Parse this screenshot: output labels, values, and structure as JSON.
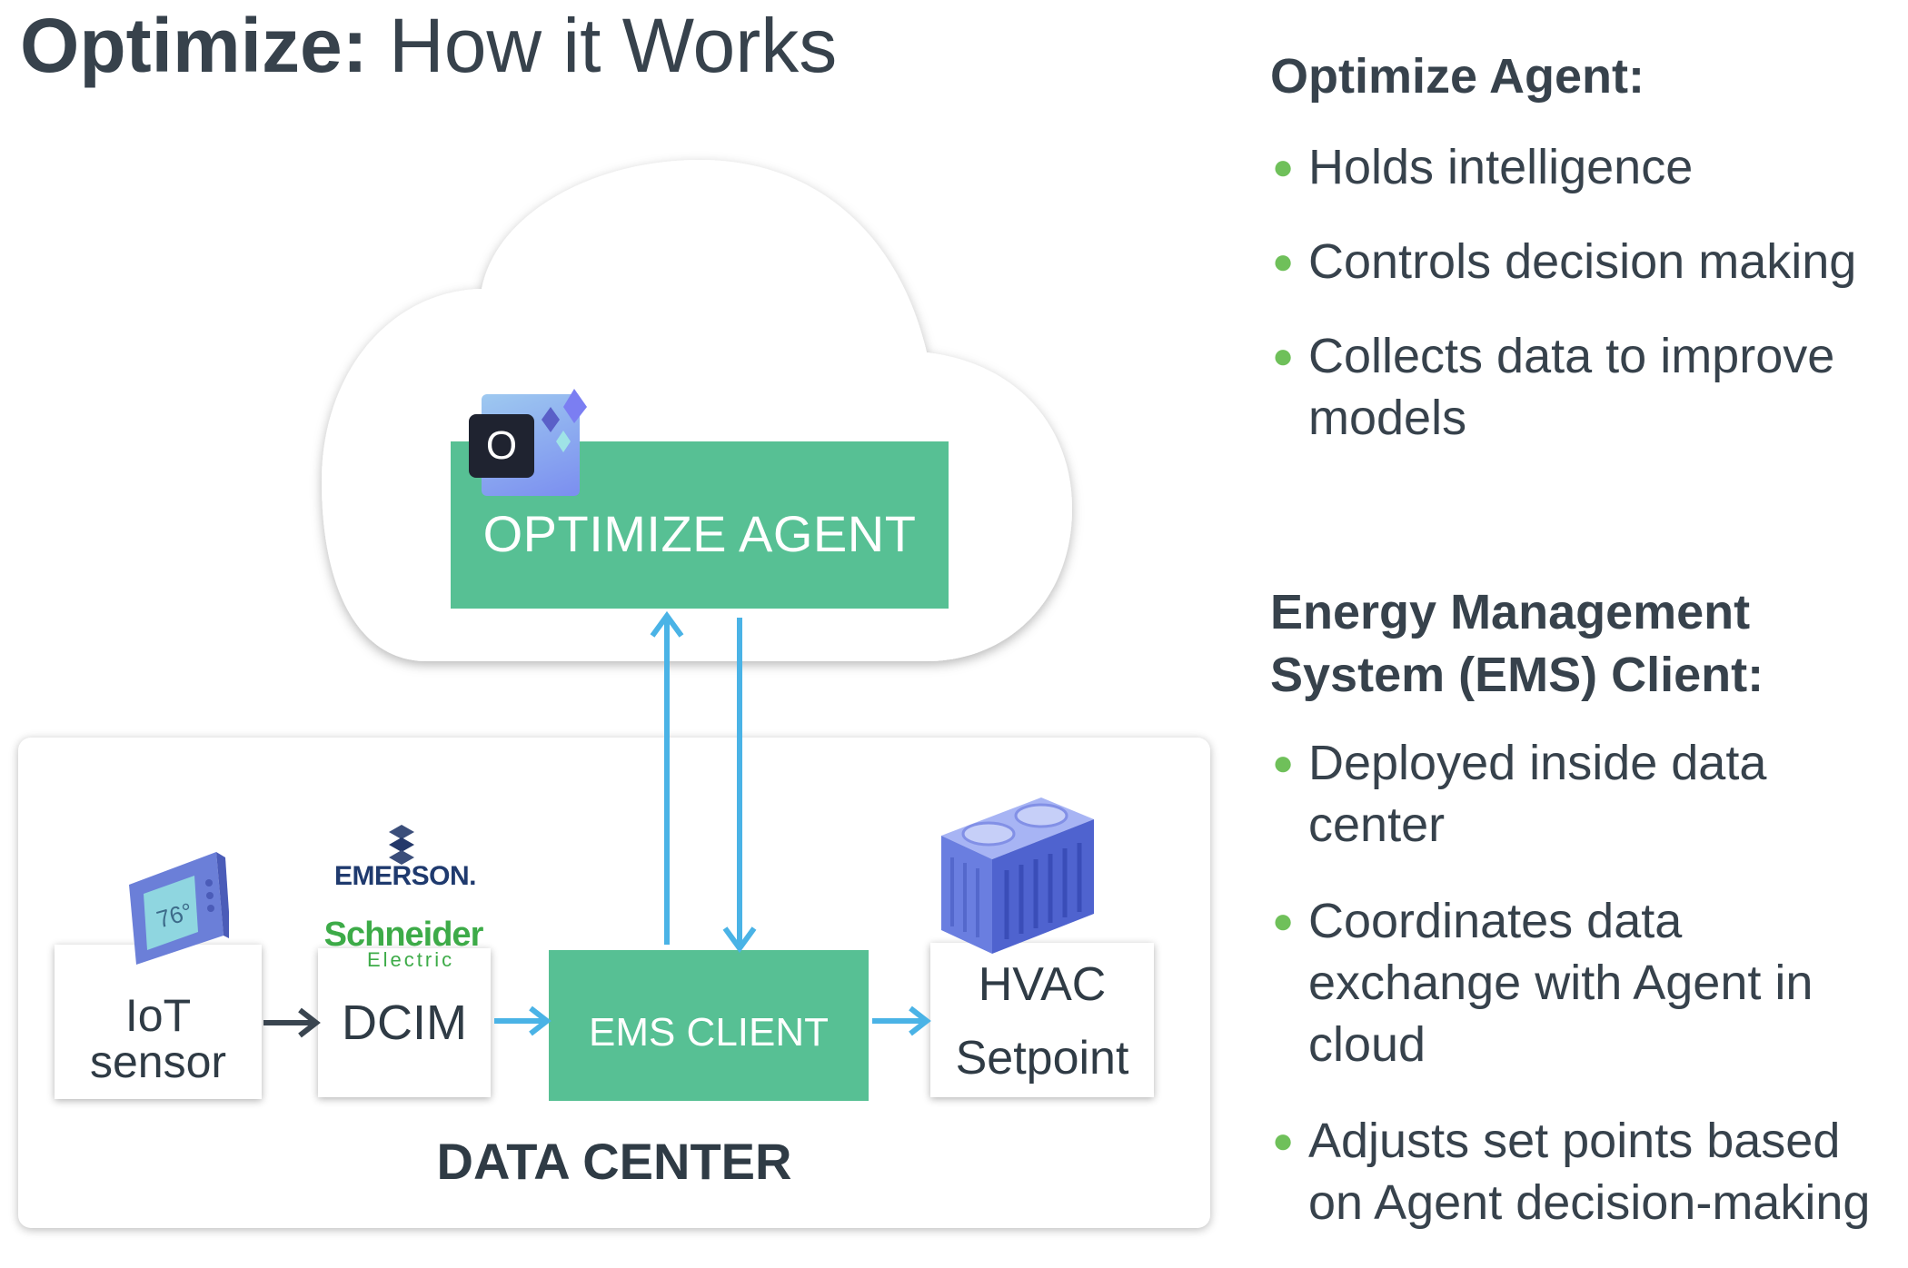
{
  "title": {
    "bold": "Optimize:",
    "light": " How it Works"
  },
  "diagram": {
    "agent_box_label": "OPTIMIZE AGENT",
    "app_tile_letter": "O",
    "ems_box_label": "EMS CLIENT",
    "data_center_label": "DATA CENTER",
    "iot_line1": "IoT",
    "iot_line2": "sensor",
    "dcim_label": "DCIM",
    "hvac_line1": "HVAC",
    "hvac_line2": "Setpoint",
    "thermostat_reading": "76°",
    "emerson_logo_text": "EMERSON.",
    "schneider_logo_text": "Schneider",
    "schneider_sub_text": "Electric",
    "colors": {
      "green": "#57c094",
      "arrow_blue": "#4ab3e6",
      "arrow_dark": "#3a4550",
      "bullet_green": "#6fc05a"
    }
  },
  "sidebar": {
    "agent_heading": "Optimize Agent:",
    "agent_bullets": [
      "Holds intelligence",
      "Controls decision making",
      "Collects data to improve models"
    ],
    "ems_heading_line1": "Energy Management",
    "ems_heading_line2": "System (EMS) Client:",
    "ems_bullets": [
      "Deployed inside data center",
      "Coordinates data exchange with Agent in cloud",
      "Adjusts set points based on Agent decision-making"
    ]
  }
}
